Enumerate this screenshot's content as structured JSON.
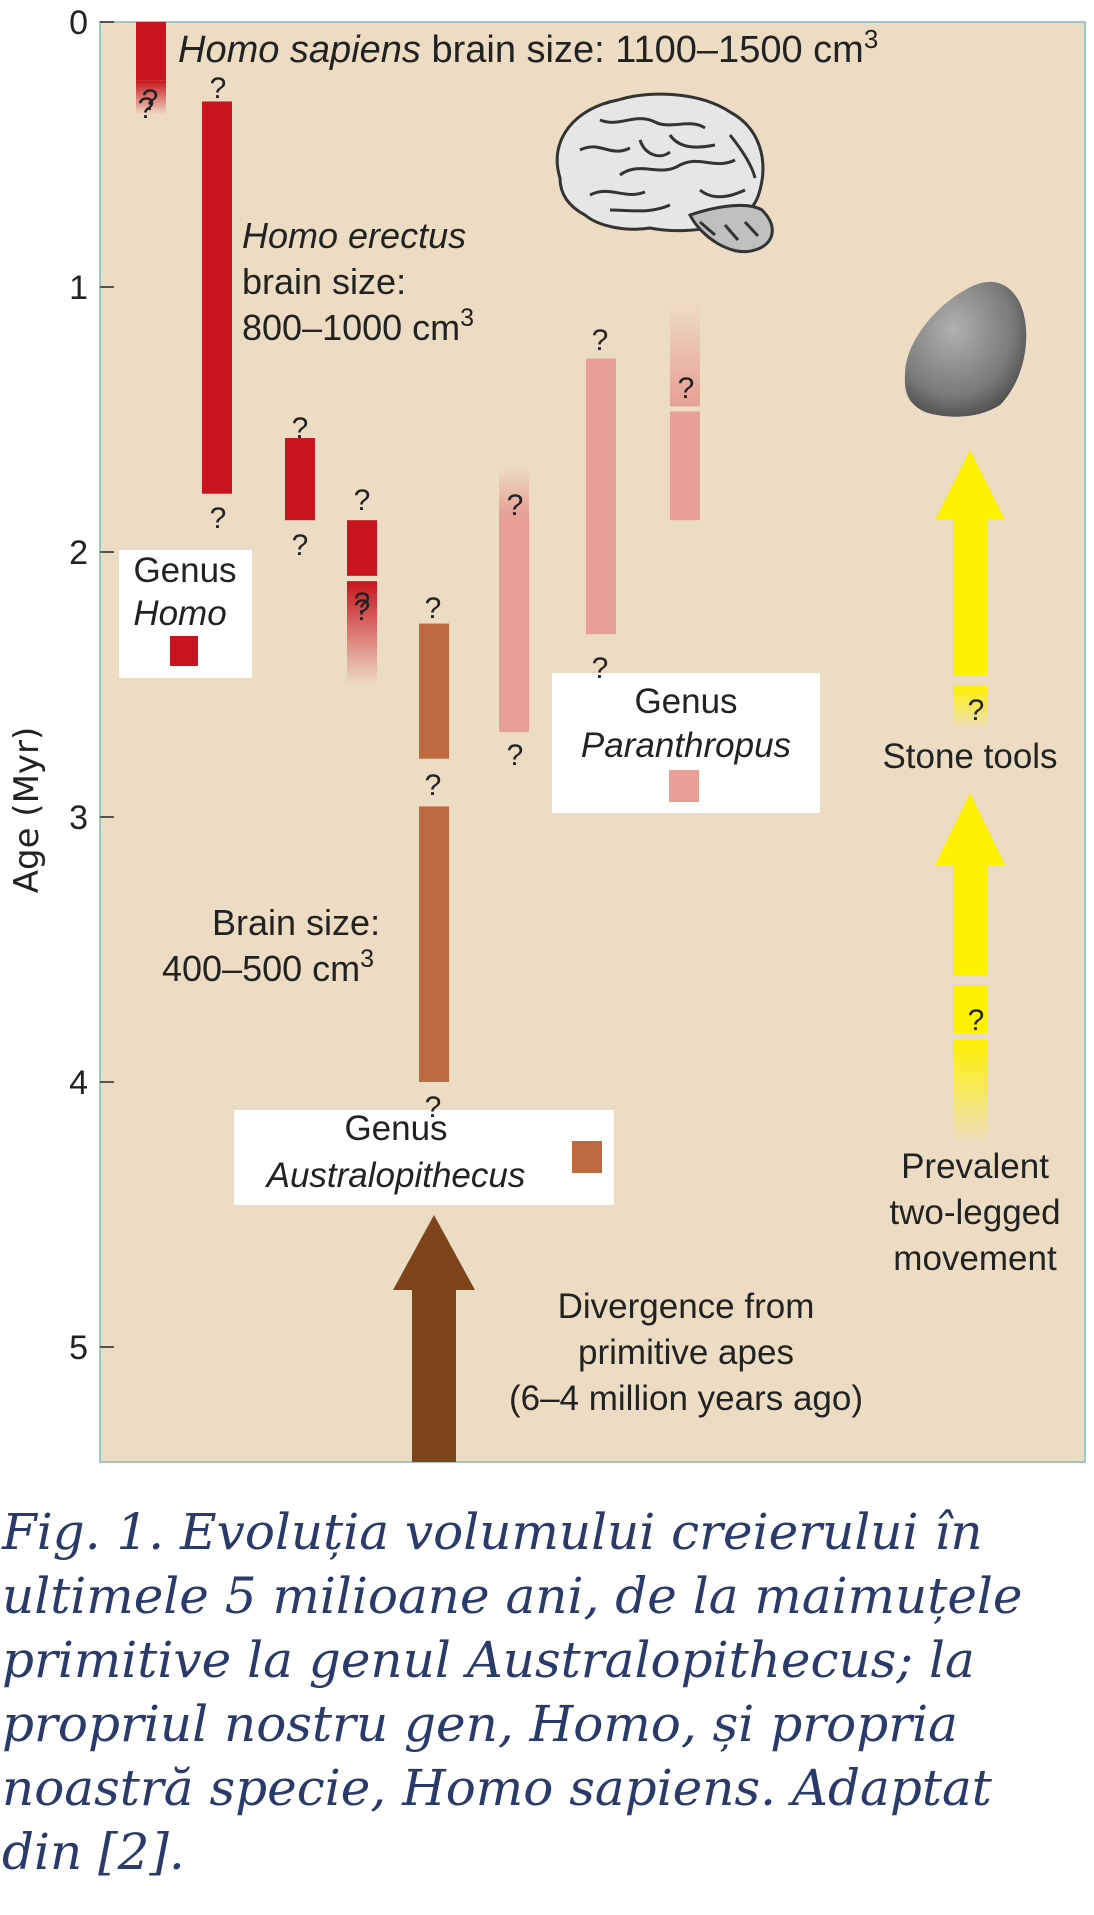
{
  "axis": {
    "ylabel": "Age (Myr)",
    "ticks": [
      {
        "value": 0,
        "label": "0"
      },
      {
        "value": 1,
        "label": "1"
      },
      {
        "value": 2,
        "label": "2"
      },
      {
        "value": 3,
        "label": "3"
      },
      {
        "value": 4,
        "label": "4"
      },
      {
        "value": 5,
        "label": "5"
      }
    ],
    "range_myr": [
      0,
      5.5
    ]
  },
  "colors": {
    "background": "#ecdcc3",
    "homo": "#c8141e",
    "australopithecus": "#bf6a3e",
    "paranthropus": "#e7a093",
    "arrow_yellow": "#fff200",
    "divergence_arrow": "#7d4519"
  },
  "bars": [
    {
      "group": "homo",
      "from": 0.0,
      "to": 0.22
    },
    {
      "group": "homo",
      "from": 0.22,
      "to": 0.35,
      "fade": "down"
    },
    {
      "group": "homo",
      "from": 0.3,
      "to": 1.78
    },
    {
      "group": "homo",
      "from": 1.57,
      "to": 1.88
    },
    {
      "group": "homo",
      "from": 1.88,
      "to": 2.09
    },
    {
      "group": "homo",
      "from": 2.11,
      "to": 2.5,
      "fade": "down"
    },
    {
      "group": "australopithecus",
      "from": 2.27,
      "to": 2.78
    },
    {
      "group": "australopithecus",
      "from": 2.96,
      "to": 4.0
    },
    {
      "group": "paranthropus",
      "from": 1.68,
      "to": 1.86,
      "fade": "up"
    },
    {
      "group": "paranthropus",
      "from": 1.86,
      "to": 2.68
    },
    {
      "group": "paranthropus",
      "from": 1.27,
      "to": 2.31
    },
    {
      "group": "paranthropus",
      "from": 1.06,
      "to": 1.45,
      "fade": "up"
    },
    {
      "group": "paranthropus",
      "from": 1.47,
      "to": 1.88
    }
  ],
  "unknown_marks": [
    "?",
    "?",
    "?",
    "?",
    "?",
    "?",
    "?",
    "?",
    "?",
    "?",
    "?",
    "?",
    "?",
    "?",
    "?",
    "?",
    "?",
    "?",
    "?"
  ],
  "labels": {
    "homo_sapiens": {
      "species": "Homo sapiens",
      "text": " brain size: 1100–1500 cm",
      "sup": "3"
    },
    "homo_erectus": {
      "species": "Homo erectus",
      "line2": "brain size:",
      "line3": "800–1000 cm",
      "sup": "3"
    },
    "australopithecus_brain": {
      "line1": "Brain size:",
      "line2": "400–500 cm",
      "sup": "3"
    },
    "genus_homo": {
      "genus": "Genus",
      "name": "Homo"
    },
    "genus_australopithecus": {
      "genus": "Genus",
      "name": "Australopithecus"
    },
    "genus_paranthropus": {
      "genus": "Genus",
      "name": "Paranthropus"
    },
    "stone_tools": "Stone tools",
    "two_legged": [
      "Prevalent",
      "two-legged",
      "movement"
    ],
    "divergence": [
      "Divergence from",
      "primitive apes",
      "(6–4 million years ago)"
    ]
  },
  "icons": [
    "brain-icon",
    "stone-tool-icon"
  ],
  "caption": "Fig. 1. Evoluția volumului creierului în ultimele 5 milioane ani, de la maimuțele primitive la genul Australopithecus; la propriul nostru gen, Homo, și propria noastră specie, Homo sapiens. Adaptat din [2]."
}
